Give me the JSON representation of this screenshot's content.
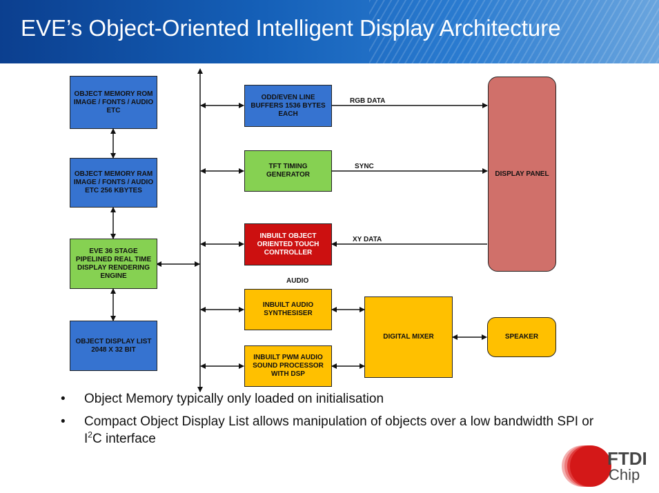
{
  "slide": {
    "title": "EVE’s Object-Oriented Intelligent Display Architecture"
  },
  "diagram": {
    "boxes": {
      "rom": "OBJECT MEMORY ROM IMAGE / FONTS / AUDIO ETC",
      "ram": "OBJECT MEMORY RAM IMAGE / FONTS / AUDIO ETC 256 KBYTES",
      "engine": "EVE 36 STAGE PIPELINED REAL TIME DISPLAY RENDERING ENGINE",
      "display_list": "OBJECT DISPLAY LIST 2048 X 32 BIT",
      "line_buffers": "ODD/EVEN LINE BUFFERS 1536 BYTES EACH",
      "tft_timing": "TFT TIMING GENERATOR",
      "touch": "INBUILT OBJECT ORIENTED TOUCH CONTROLLER",
      "audio_synth": "INBUILT AUDIO SYNTHESISER",
      "pwm_audio": "INBUILT PWM AUDIO SOUND PROCESSOR WITH DSP",
      "display_panel": "DISPLAY PANEL",
      "digital_mixer": "DIGITAL MIXER",
      "speaker": "SPEAKER"
    },
    "labels": {
      "rgb": "RGB DATA",
      "sync": "SYNC",
      "xy": "XY DATA",
      "audio": "AUDIO"
    },
    "colors": {
      "blue": "#3673d0",
      "green": "#86d152",
      "red": "#cc1010",
      "yellow": "#ffc000",
      "salmon": "#d0706a"
    }
  },
  "bullets": {
    "b1": "Object Memory typically only loaded on initialisation",
    "b2_part1": "Compact Object Display List allows manipulation of objects over a low bandwidth SPI or I",
    "b2_sup": "2",
    "b2_part2": "C interface"
  },
  "logo": {
    "line1": "FTDI",
    "line2": "Chip"
  }
}
